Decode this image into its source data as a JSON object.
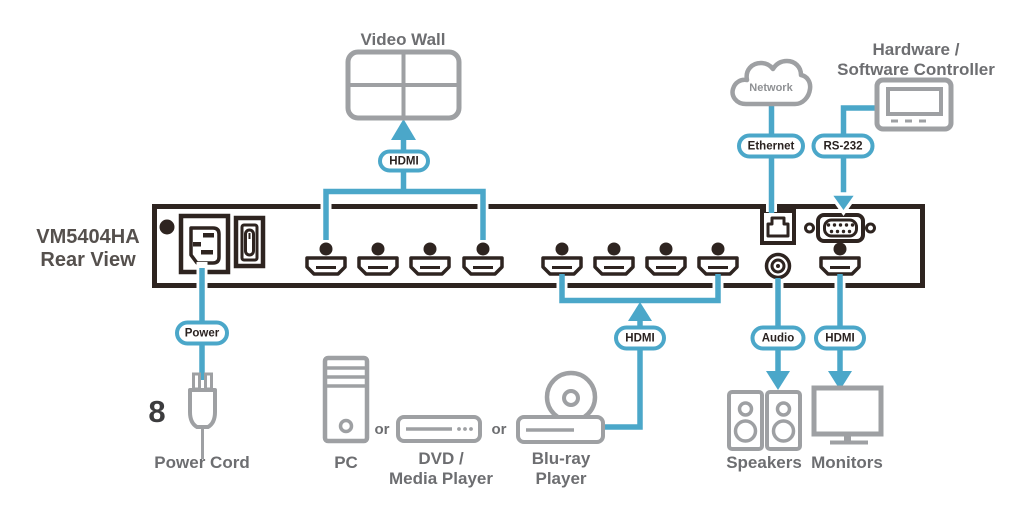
{
  "device": {
    "model": "VM5404HA",
    "view": "Rear View"
  },
  "labels": {
    "video_wall": "Video Wall",
    "controller_line1": "Hardware /",
    "controller_line2": "Software Controller",
    "network": "Network",
    "step_number": "8",
    "power_cord": "Power Cord",
    "pc": "PC",
    "or1": "or",
    "or2": "or",
    "dvd_line1": "DVD /",
    "dvd_line2": "Media Player",
    "bluray_line1": "Blu-ray",
    "bluray_line2": "Player",
    "speakers": "Speakers",
    "monitors": "Monitors"
  },
  "connection_badges": {
    "hdmi_out": "HDMI",
    "ethernet": "Ethernet",
    "rs232": "RS-232",
    "power": "Power",
    "hdmi_in": "HDMI",
    "audio": "Audio",
    "hdmi_monitor": "HDMI"
  },
  "colors": {
    "accent_blue": "#4BA7C9",
    "line_dark": "#2E2420",
    "icon_gray": "#9EA0A3",
    "label_gray": "#6D6E71",
    "badge_text": "#2A2220"
  }
}
